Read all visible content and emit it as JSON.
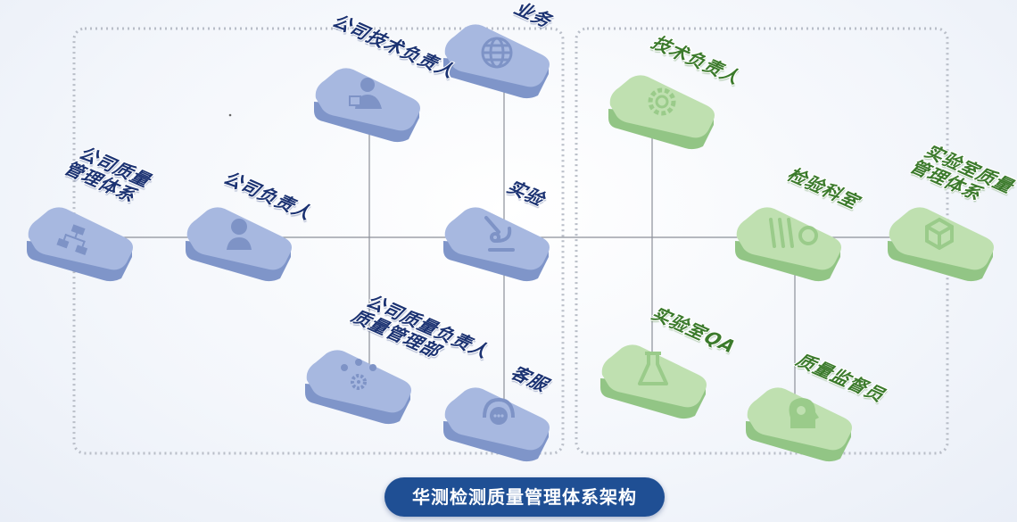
{
  "caption": "华测检测质量管理体系架构",
  "colors": {
    "blue_tile": "#a7b8e0",
    "blue_side": "#7f95c9",
    "green_tile": "#bfe0b0",
    "green_side": "#92c585",
    "caption_bg": "#1f4f94"
  },
  "nodes": {
    "company_quality_system": {
      "label": "公司质量\n管理体系",
      "icon": "org-chart-icon"
    },
    "company_head": {
      "label": "公司负责人",
      "icon": "person-icon"
    },
    "company_tech_head": {
      "label": "公司技术负责人",
      "icon": "tech-person-icon"
    },
    "business": {
      "label": "业务",
      "icon": "globe-icon"
    },
    "laboratory": {
      "label": "实验",
      "icon": "microscope-icon"
    },
    "company_quality_head": {
      "label": "公司质量负责人\n质量管理部",
      "icon": "team-gear-icon"
    },
    "customer_service": {
      "label": "客服",
      "icon": "headset-icon"
    },
    "tech_head": {
      "label": "技术负责人",
      "icon": "gear-icon"
    },
    "testing_department": {
      "label": "检验科室",
      "icon": "lab-tubes-icon"
    },
    "lab_quality_system": {
      "label": "实验室质量\n管理体系",
      "icon": "cube-icon"
    },
    "lab_qa": {
      "label": "实验室QA",
      "icon": "flask-icon"
    },
    "quality_supervisor": {
      "label": "质量监督员",
      "icon": "head-gear-icon"
    }
  }
}
